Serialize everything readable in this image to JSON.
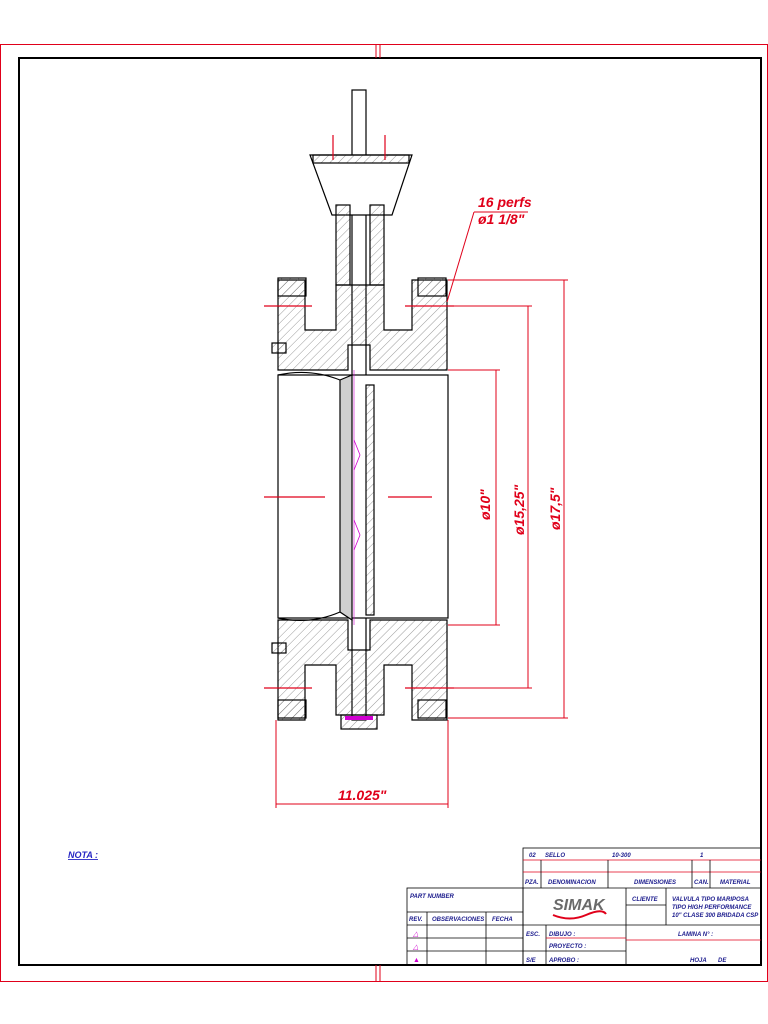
{
  "drawing": {
    "note_label": "NOTA :",
    "bore_annotation": [
      "16 perfs",
      "ø1 1/8\""
    ],
    "dimensions": {
      "diameter_inner": "ø10\"",
      "diameter_bolt_circle": "ø15,25\"",
      "diameter_outer": "ø17,5\"",
      "face_to_face": "11.025\""
    }
  },
  "title_block": {
    "part_row": {
      "pza_no": "02",
      "denominacion": "SELLO",
      "dimensiones": "10-300",
      "cantidad": "1",
      "material": ""
    },
    "headers": {
      "pza": "PZA.",
      "denominacion": "DENOMINACION",
      "dimensiones": "DIMENSIONES",
      "cantidad": "CAN.",
      "material": "MATERIAL"
    },
    "part_number_label": "PART NUMBER",
    "rev_headers": {
      "rev": "REV.",
      "observaciones": "OBSERVACIONES",
      "fecha": "FECHA"
    },
    "logo_text": "SIMAK",
    "cliente_label": "CLIENTE",
    "description": [
      "VALVULA TIPO MARIPOSA",
      "TIPO HIGH PERFORMANCE",
      "10\" CLASE 300 BRIDADA CSP"
    ],
    "esc_label": "ESC.",
    "scale_value": "S/E",
    "dibujo_label": "DIBUJO :",
    "proyecto_label": "PROYECTO :",
    "aprobo_label": "APROBO :",
    "lamina_label": "LAMINA N° :",
    "hoja_label": "HOJA",
    "de_label": "DE"
  },
  "colors": {
    "frame": "#e0001a",
    "linework": "#000000",
    "text": "#2727c4",
    "hatch": "#444444",
    "seal": "#d000d0"
  }
}
